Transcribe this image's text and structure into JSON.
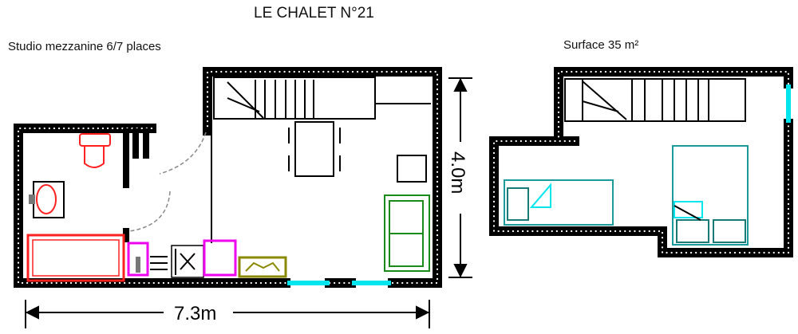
{
  "header": {
    "title": "LE CHALET N°21",
    "subtitle": "Studio mezzanine 6/7 places",
    "surface": "Surface 35 m²"
  },
  "dimensions": {
    "height": "4.0m",
    "width": "7.3m"
  },
  "colors": {
    "wall": "#000000",
    "window": "#00e5ee",
    "bathroom": "#ff2020",
    "appliance": "#ee00ee",
    "kitchen": "#8a8a00",
    "sofa": "#1a8a1a",
    "bed": "#1a9a9a"
  }
}
